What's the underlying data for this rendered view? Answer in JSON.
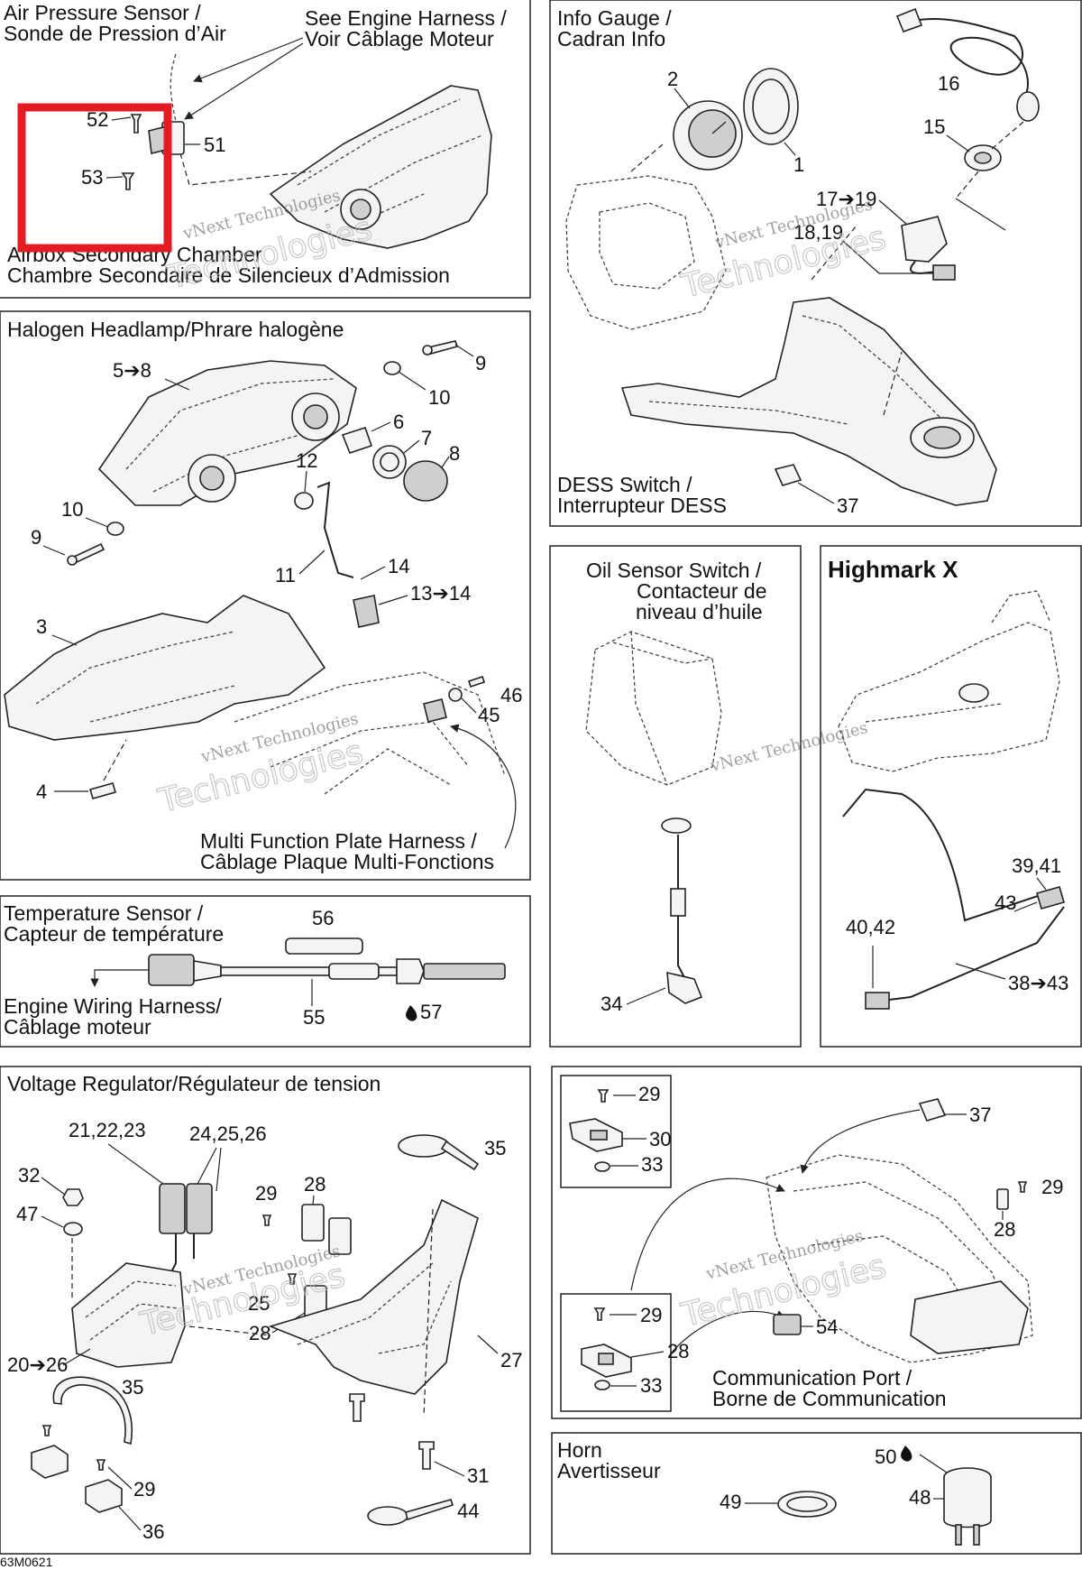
{
  "sections": {
    "air_pressure": {
      "title_1": "Air Pressure Sensor /",
      "title_2": "Sonde de Pression d’Air",
      "harness_1": "See Engine Harness /",
      "harness_2": "Voir Câblage Moteur",
      "airbox_1": "Airbox Secondary Chamber",
      "airbox_2": "Chambre Secondaire de Silencieux d’Admission"
    },
    "info_gauge": {
      "title_1": "Info Gauge /",
      "title_2": "Cadran Info"
    },
    "dess": {
      "title_1": "DESS Switch /",
      "title_2": "Interrupteur DESS"
    },
    "headlamp": {
      "title": "Halogen Headlamp/Phrare halogène",
      "harness_1": "Multi Function Plate Harness /",
      "harness_2": "Câblage Plaque Multi-Fonctions"
    },
    "oil_sensor": {
      "title_1": "Oil Sensor Switch /",
      "title_2": "Contacteur de",
      "title_3": "niveau d’huile"
    },
    "highmark": {
      "title": "Highmark X"
    },
    "temperature": {
      "title_1": "Temperature Sensor /",
      "title_2": "Capteur de température",
      "harness_1": "Engine Wiring Harness/",
      "harness_2": "Câblage moteur"
    },
    "voltage": {
      "title": "Voltage Regulator/Régulateur de tension"
    },
    "comm_port": {
      "title_1": "Communication Port /",
      "title_2": "Borne de Communication"
    },
    "horn": {
      "title_1": "Horn",
      "title_2": "Avertisseur"
    }
  },
  "callouts": {
    "c52": "52",
    "c53": "53",
    "c51": "51",
    "c2": "2",
    "c1": "1",
    "c16": "16",
    "c15": "15",
    "c17_19": "17➔19",
    "c18_19": "18,19",
    "c37a": "37",
    "c5_8": "5➔8",
    "c9a": "9",
    "c10a": "10",
    "c6": "6",
    "c7": "7",
    "c8": "8",
    "c12": "12",
    "c10b": "10",
    "c9b": "9",
    "c11": "11",
    "c14": "14",
    "c13_14": "13➔14",
    "c3": "3",
    "c46": "46",
    "c45": "45",
    "c4": "4",
    "c34": "34",
    "c39_41": "39,41",
    "c43": "43",
    "c40_42": "40,42",
    "c38_43": "38➔43",
    "c56": "56",
    "c55": "55",
    "c57": "57",
    "c21_23": "21,22,23",
    "c24_26": "24,25,26",
    "c35a": "35",
    "c32": "32",
    "c47": "47",
    "c29a": "29",
    "c28a": "28",
    "c25": "25",
    "c28b": "28",
    "c20_26": "20➔26",
    "c27": "27",
    "c35b": "35",
    "c29b": "29",
    "c31": "31",
    "c36": "36",
    "c44": "44",
    "c29c": "29",
    "c30": "30",
    "c33a": "33",
    "c37b": "37",
    "c29d": "29",
    "c28c": "28",
    "c29e": "29",
    "c28d": "28",
    "c33b": "33",
    "c54": "54",
    "c50": "50",
    "c48": "48",
    "c49": "49"
  },
  "watermark": {
    "line_1": "vNext Technologies",
    "line_2": "vNext",
    "line_3": "Technologies"
  },
  "drawing_code": "63M0621",
  "colors": {
    "highlight": "#e31b23",
    "line": "#222222"
  },
  "icons": {
    "fluid_drop": "drop-icon",
    "arrow": "arrow-right-icon"
  }
}
